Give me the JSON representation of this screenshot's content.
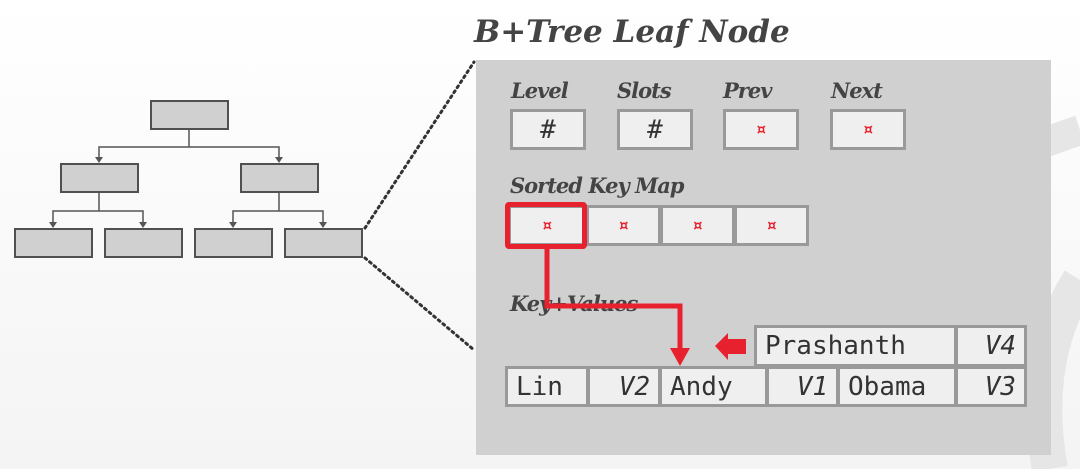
{
  "title": "B+Tree Leaf Node",
  "header_fields": [
    {
      "label": "Level",
      "value": "#"
    },
    {
      "label": "Slots",
      "value": "#"
    },
    {
      "label": "Prev",
      "value": "¤"
    },
    {
      "label": "Next",
      "value": "¤"
    }
  ],
  "sorted_key_map": {
    "label": "Sorted Key Map",
    "slots": [
      "¤",
      "¤",
      "¤",
      "¤"
    ]
  },
  "key_values": {
    "label": "Key+Values",
    "inserting": {
      "key": "Prashanth",
      "value": "V4"
    },
    "entries": [
      {
        "key": "Lin",
        "value": "V2"
      },
      {
        "key": "Andy",
        "value": "V1"
      },
      {
        "key": "Obama",
        "value": "V3"
      }
    ]
  },
  "colors": {
    "accent": "#e8212e",
    "panel": "#d0d0d0",
    "cell": "#efefef"
  }
}
